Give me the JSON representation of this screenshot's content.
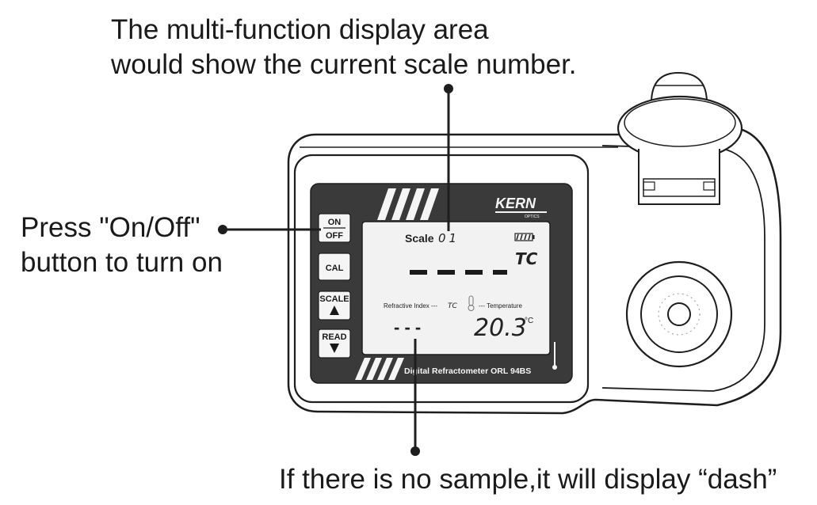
{
  "annotations": {
    "display_area": [
      "The multi-function display area",
      "would show the current scale number."
    ],
    "power": [
      "Press \"On/Off\"",
      "button to turn on"
    ],
    "no_sample": "If there is no sample,it will display “dash”"
  },
  "device": {
    "brand": "KERN",
    "brand_sub": "OPTICS",
    "model_label": "Digital Refractometer  ORL 94BS",
    "buttons": {
      "on": "ON",
      "off": "OFF",
      "cal": "CAL",
      "scale": "SCALE",
      "read": "READ"
    },
    "lcd": {
      "scale_label": "Scale",
      "scale_number": "01",
      "tc_big": "TC",
      "main_reading": "- - - -",
      "ri_label": "Refractive Index ---",
      "ri_tc": "TC",
      "temp_label": "--- Temperature",
      "ri_value": "- - -",
      "temperature": "20.3",
      "temp_unit": "°C"
    }
  },
  "colors": {
    "body_outline": "#1e1e1e",
    "panel": "#3a3a3a",
    "lcd_bg": "#f2f2f2",
    "callout_line": "#1e1e1e"
  }
}
